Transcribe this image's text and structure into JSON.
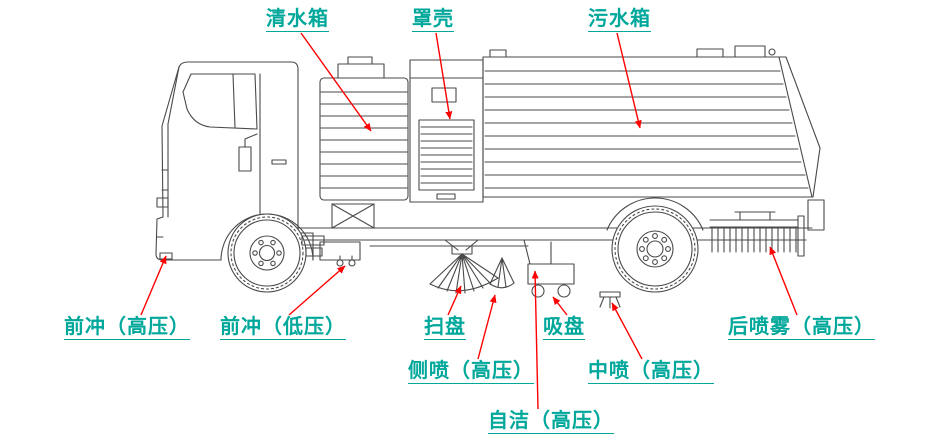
{
  "colors": {
    "label-color": "#00A79B",
    "arrow-color": "#FE0000",
    "line-color": "#4A4A4A",
    "bg-color": "#FFFFFF"
  },
  "labels": [
    {
      "id": "clean-water-tank",
      "text": "清水箱"
    },
    {
      "id": "cover-shell",
      "text": "罩壳"
    },
    {
      "id": "sewage-tank",
      "text": "污水箱"
    },
    {
      "id": "front-flush-high-pressure",
      "text": "前冲（高压）"
    },
    {
      "id": "front-flush-low-pressure",
      "text": "前冲（低压）"
    },
    {
      "id": "sweep-disc",
      "text": "扫盘"
    },
    {
      "id": "suction-disc",
      "text": "吸盘"
    },
    {
      "id": "rear-spray-high-pressure",
      "text": "后喷雾（高压）"
    },
    {
      "id": "side-spray-high-pressure",
      "text": "侧喷（高压）"
    },
    {
      "id": "middle-spray-high-pressure",
      "text": "中喷（高压）"
    },
    {
      "id": "self-clean-high-pressure",
      "text": "自洁（高压）"
    }
  ]
}
